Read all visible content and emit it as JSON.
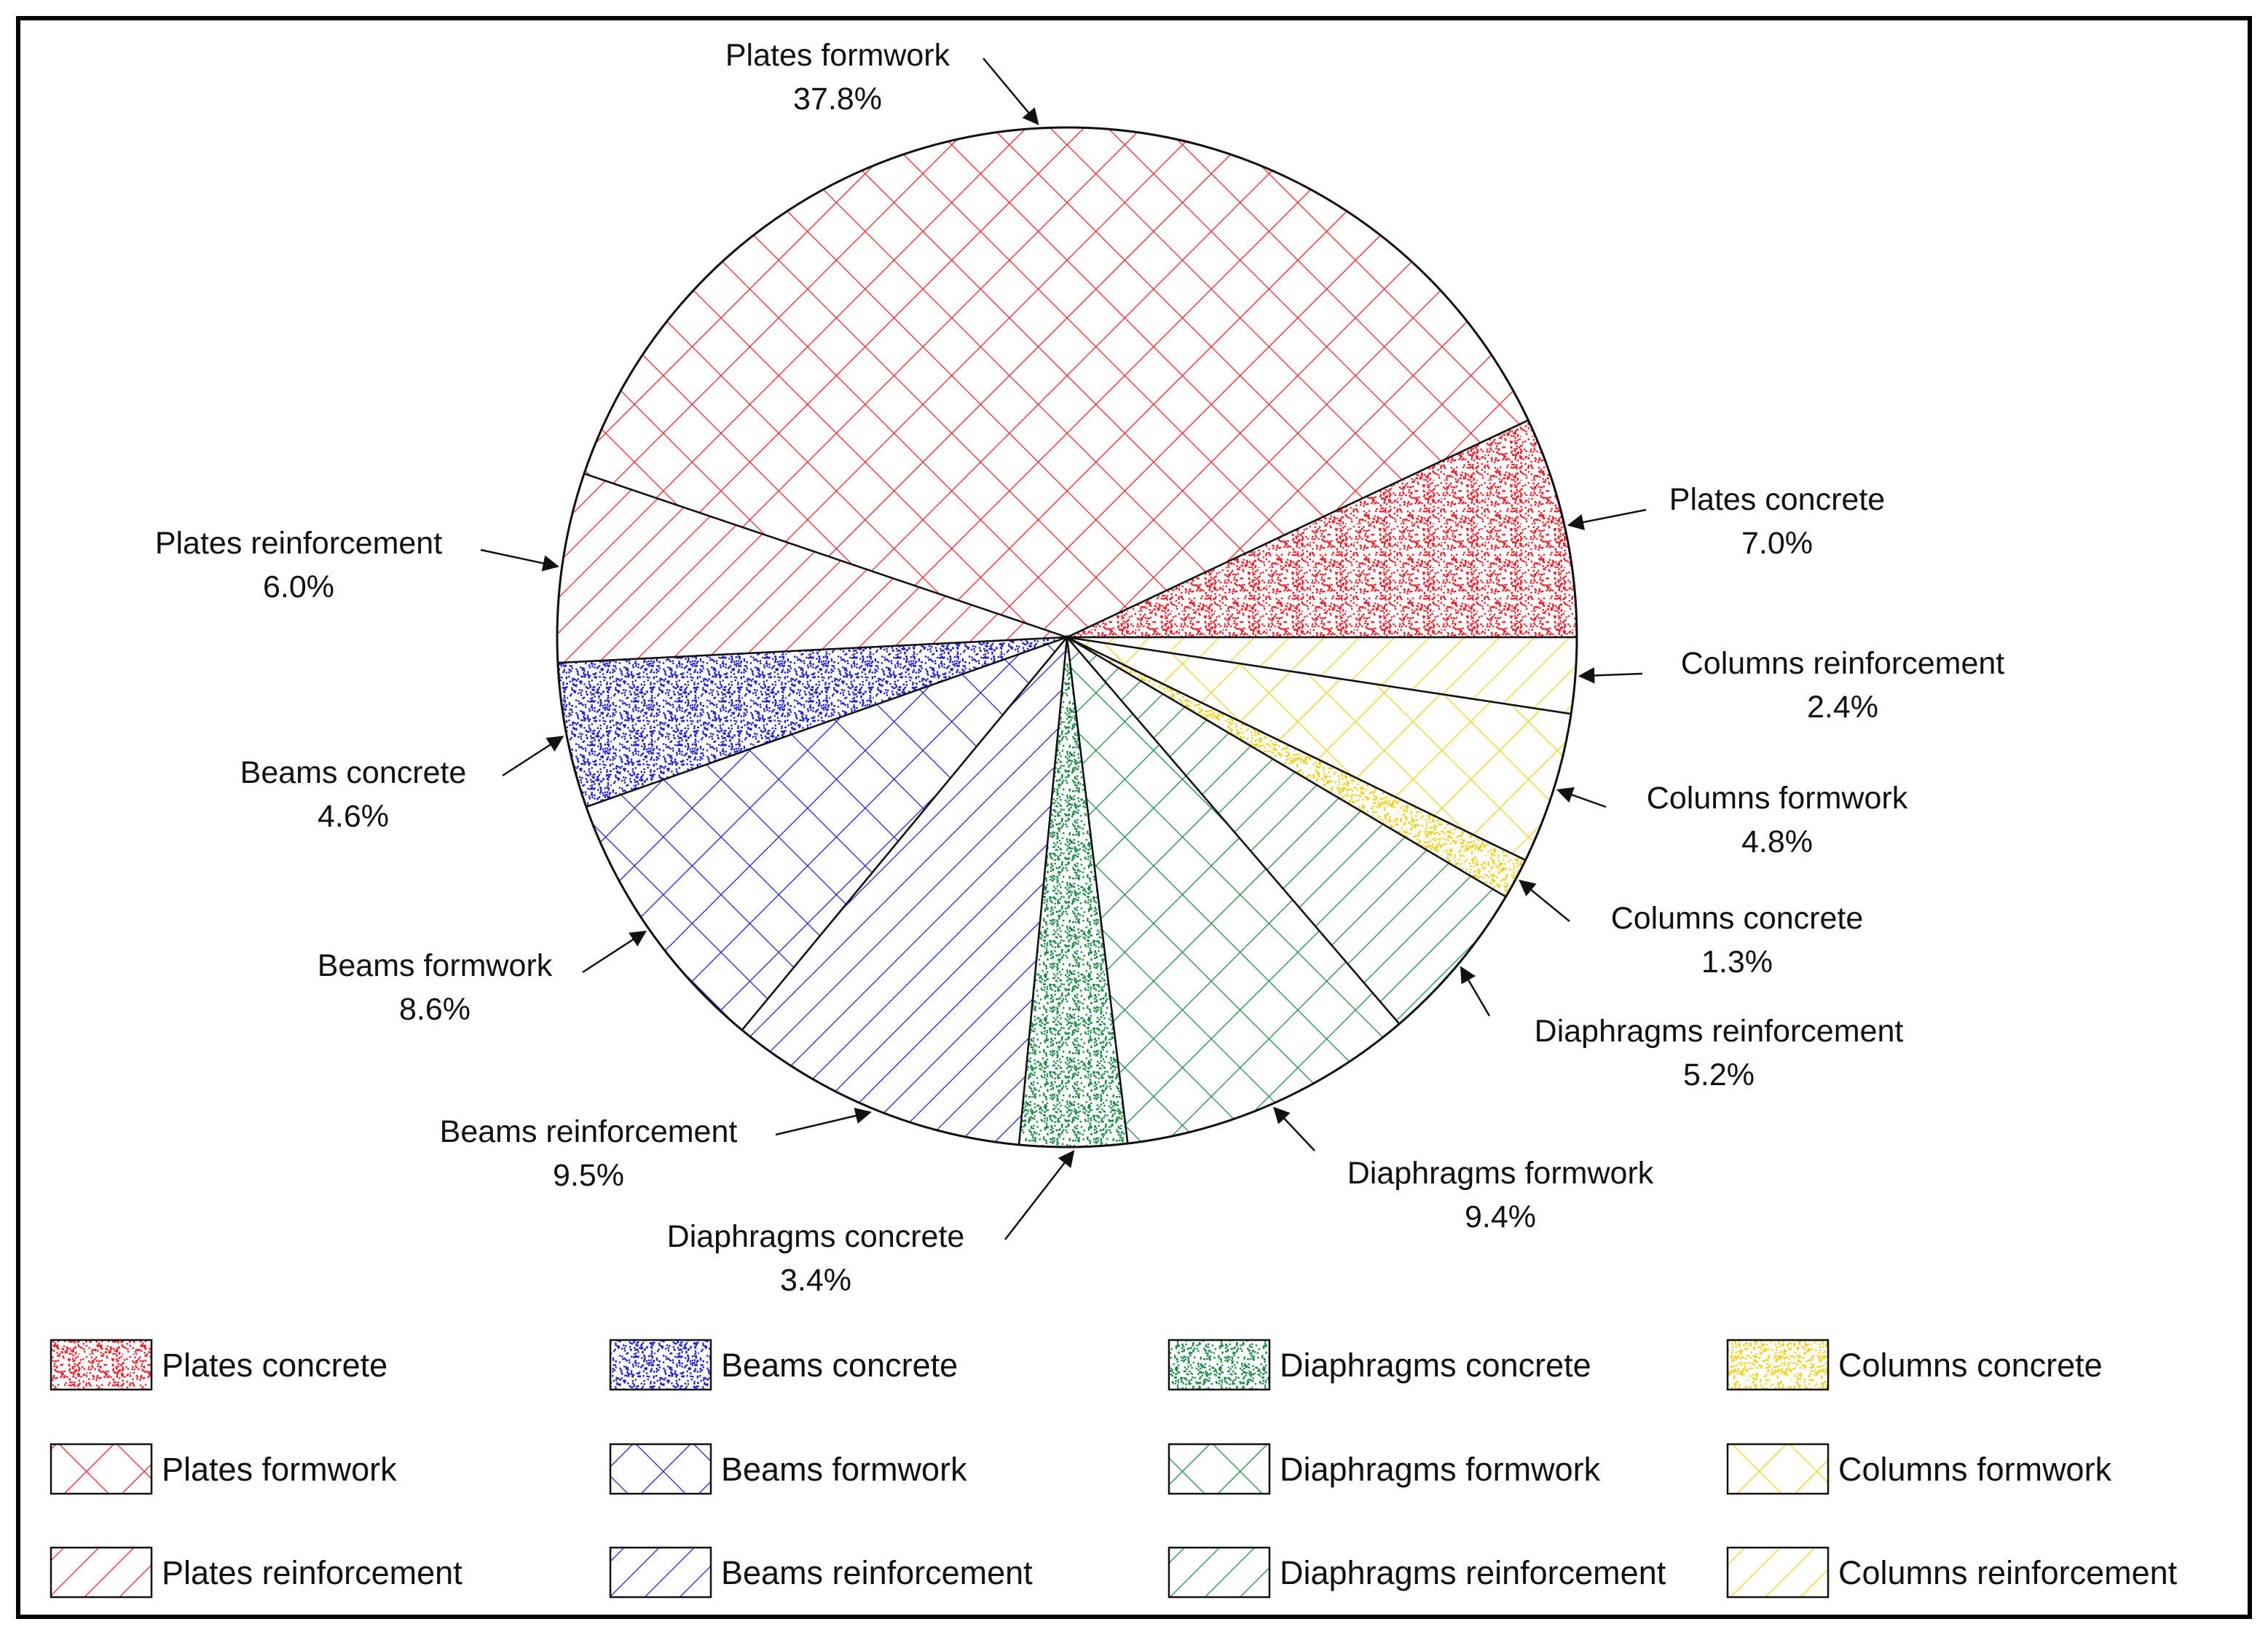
{
  "chart_data": {
    "type": "pie",
    "slices": [
      {
        "name": "Plates concrete",
        "value": 7.0,
        "label": "7.0%",
        "color": "#e8212b",
        "pattern": "dots"
      },
      {
        "name": "Plates formwork",
        "value": 37.8,
        "label": "37.8%",
        "color": "#e8212b",
        "pattern": "cross"
      },
      {
        "name": "Plates reinforcement",
        "value": 6.0,
        "label": "6.0%",
        "color": "#e8212b",
        "pattern": "diag"
      },
      {
        "name": "Beams concrete",
        "value": 4.6,
        "label": "4.6%",
        "color": "#1f1fc8",
        "pattern": "dots"
      },
      {
        "name": "Beams formwork",
        "value": 8.6,
        "label": "8.6%",
        "color": "#1f1fc8",
        "pattern": "cross"
      },
      {
        "name": "Beams reinforcement",
        "value": 9.5,
        "label": "9.5%",
        "color": "#1f1fc8",
        "pattern": "diag"
      },
      {
        "name": "Diaphragms concrete",
        "value": 3.4,
        "label": "3.4%",
        "color": "#1b8a45",
        "pattern": "dots"
      },
      {
        "name": "Diaphragms formwork",
        "value": 9.4,
        "label": "9.4%",
        "color": "#1b8a45",
        "pattern": "cross"
      },
      {
        "name": "Diaphragms reinforcement",
        "value": 5.2,
        "label": "5.2%",
        "color": "#1b8a45",
        "pattern": "diag"
      },
      {
        "name": "Columns concrete",
        "value": 1.3,
        "label": "1.3%",
        "color": "#f2d022",
        "pattern": "dots"
      },
      {
        "name": "Columns formwork",
        "value": 4.8,
        "label": "4.8%",
        "color": "#f2d022",
        "pattern": "cross"
      },
      {
        "name": "Columns reinforcement",
        "value": 2.4,
        "label": "2.4%",
        "color": "#f2d022",
        "pattern": "diag"
      }
    ],
    "start_angle_deg": 0,
    "direction": "counterclockwise",
    "legend": {
      "placement": "bottom",
      "columns": [
        [
          "Plates concrete",
          "Plates formwork",
          "Plates reinforcement"
        ],
        [
          "Beams concrete",
          "Beams formwork",
          "Beams reinforcement"
        ],
        [
          "Diaphragms concrete",
          "Diaphragms formwork",
          "Diaphragms reinforcement"
        ],
        [
          "Columns concrete",
          "Columns formwork",
          "Columns reinforcement"
        ]
      ]
    }
  }
}
